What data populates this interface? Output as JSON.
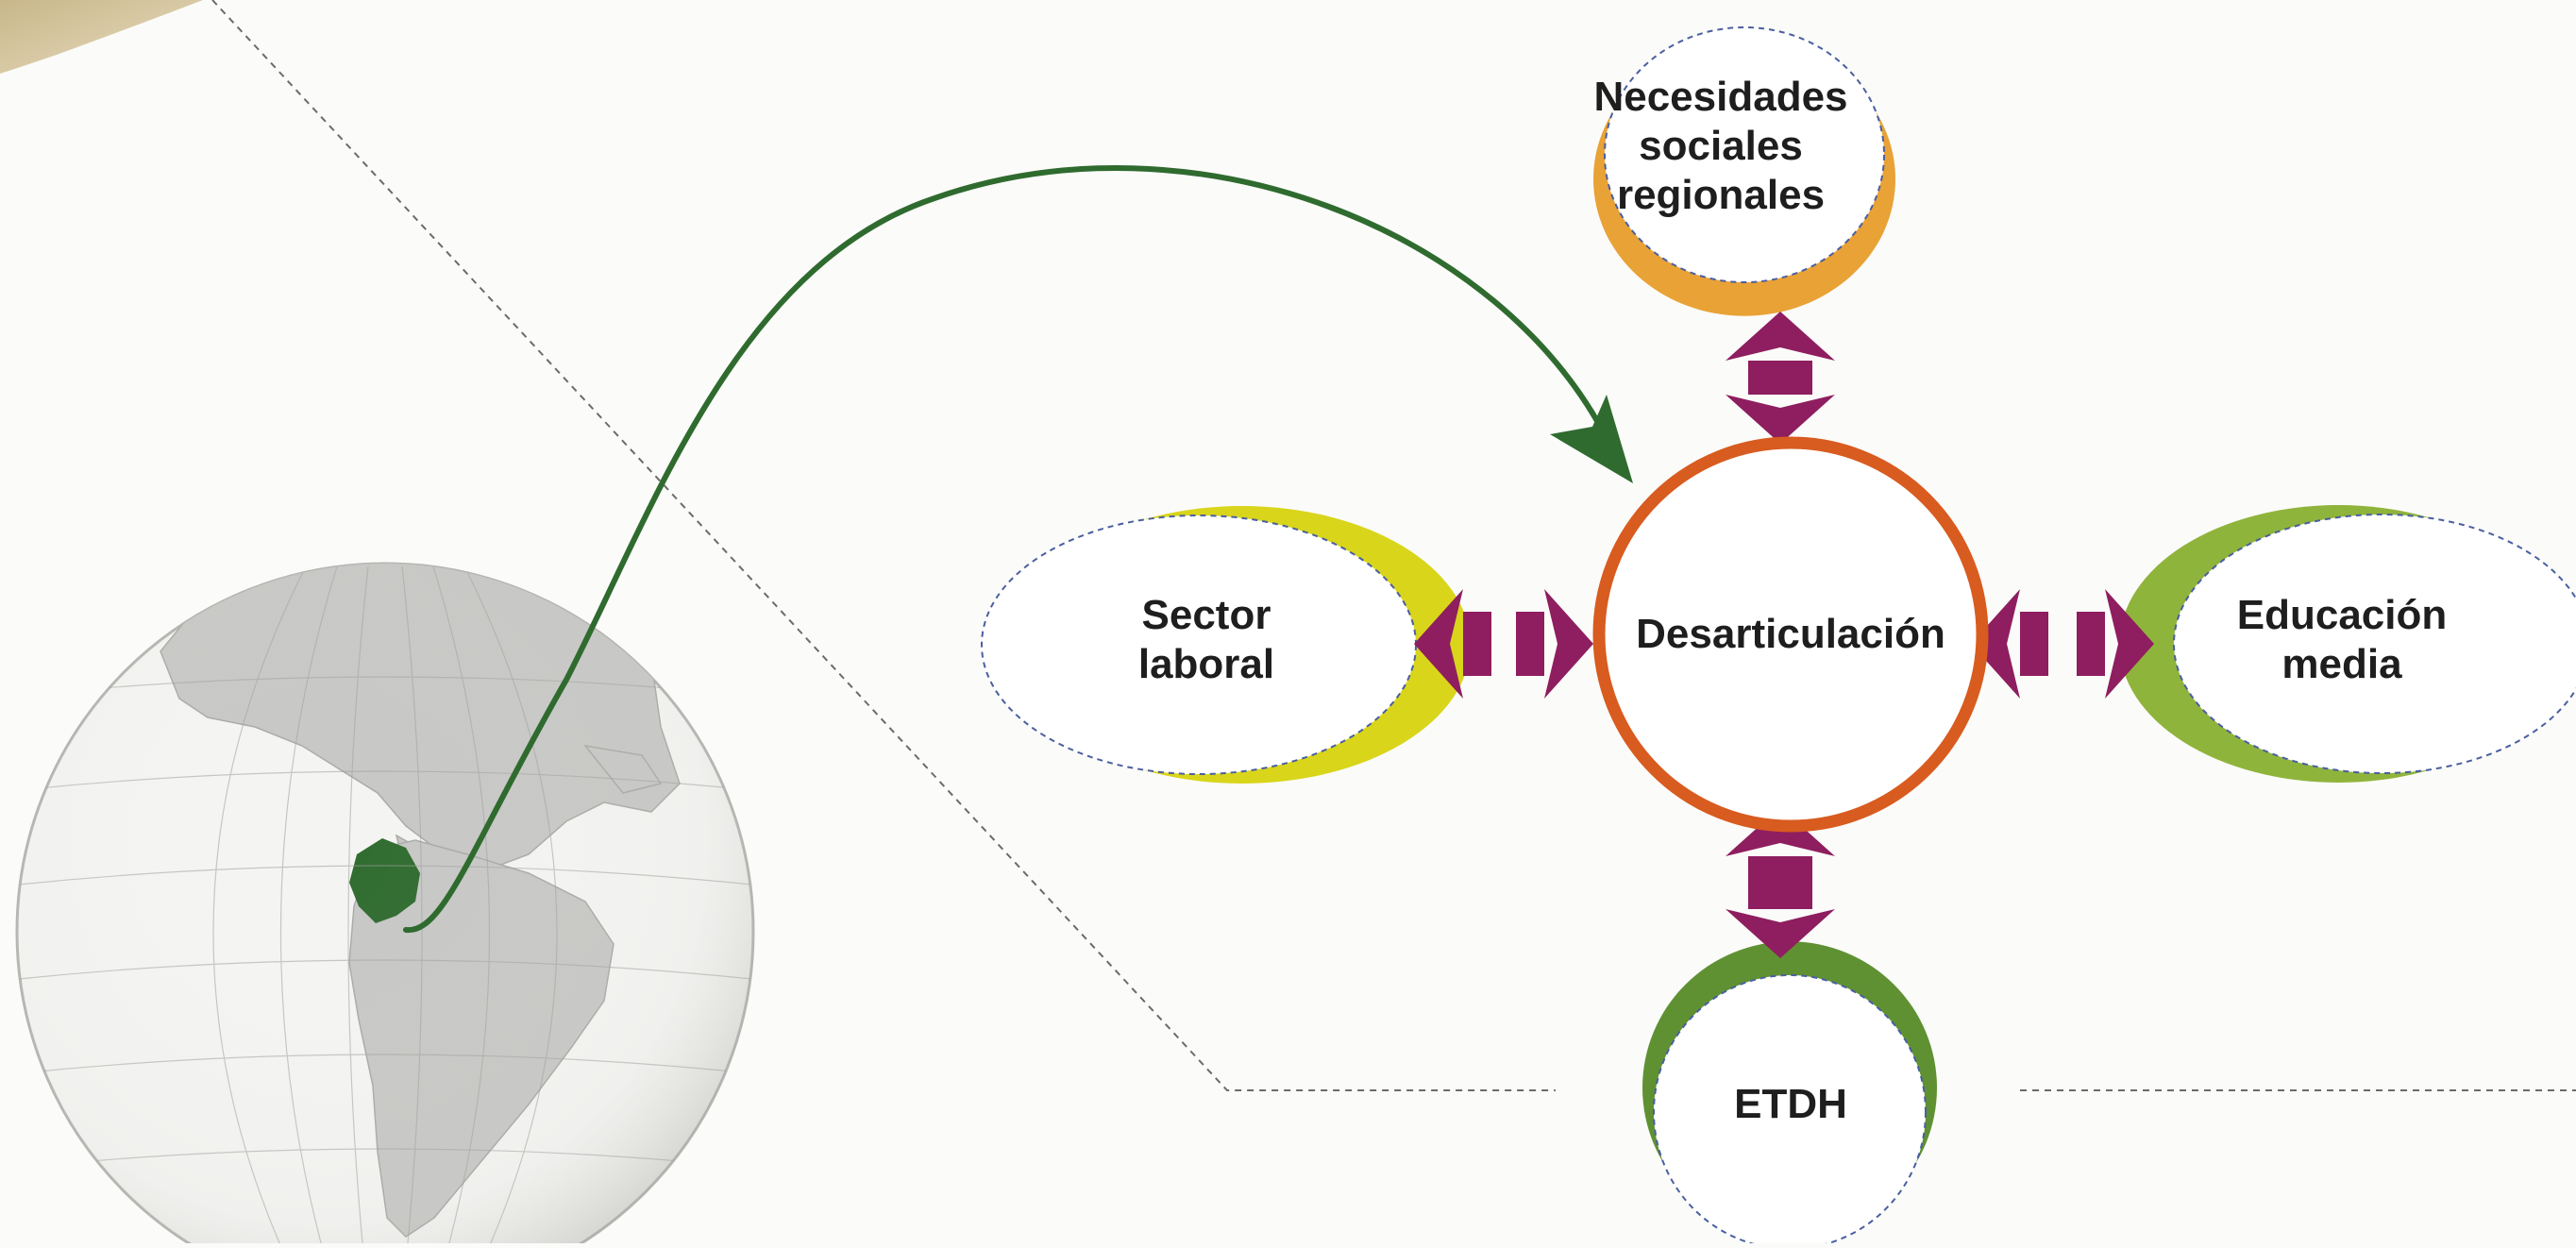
{
  "diagram": {
    "center": {
      "label": "Desarticulación",
      "ring_color": "#d85b1f"
    },
    "nodes": [
      {
        "key": "top",
        "lines": [
          "Necesidades",
          "sociales",
          "regionales"
        ],
        "color": "#e9a236"
      },
      {
        "key": "left",
        "lines": [
          "Sector",
          "laboral"
        ],
        "color": "#d9d51b"
      },
      {
        "key": "right",
        "lines": [
          "Educación",
          "media"
        ],
        "color": "#8fb43b"
      },
      {
        "key": "bottom",
        "lines": [
          "ETDH"
        ],
        "color": "#5f9132"
      }
    ],
    "arrow_color": "#8e1e5f",
    "connector_color": "#2f6b2f"
  },
  "globe": {
    "highlight_region": "colombia",
    "ocean_color": "#f4f4f2",
    "land_color": "#c7c7c5",
    "highlight_color": "#2f6b2f"
  }
}
